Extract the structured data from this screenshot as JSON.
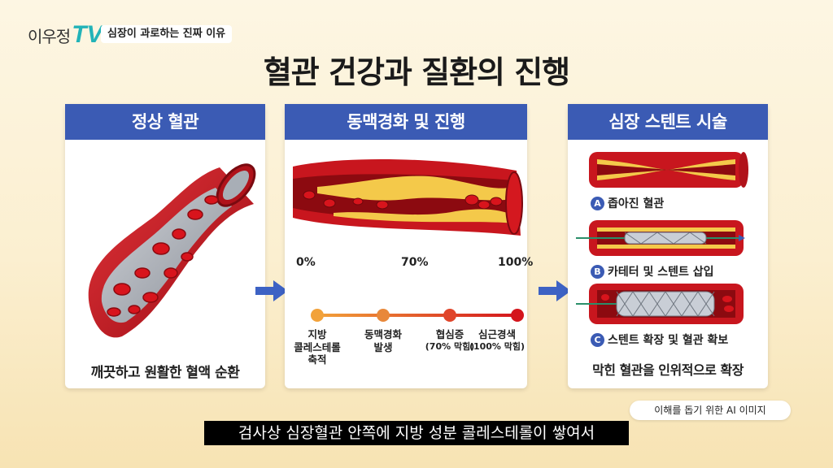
{
  "channel": {
    "name": "이우정",
    "tv": "TV",
    "topic": "심장이 과로하는 진짜 이유"
  },
  "title": "혈관 건강과 질환의 진행",
  "panels": [
    {
      "header": "정상 혈관",
      "caption": "깨끗하고 원활한 혈액 순환"
    },
    {
      "header": "동맥경화 및 진행",
      "percent_labels": [
        "0%",
        "70%",
        "100%"
      ],
      "stages": [
        {
          "lines": [
            "지방",
            "콜레스테롤",
            "축적"
          ],
          "note": "",
          "color": "#f2a23a"
        },
        {
          "lines": [
            "동맥경화",
            "발생"
          ],
          "note": "",
          "color": "#e8883a"
        },
        {
          "lines": [
            "협심증"
          ],
          "note": "(70% 막힘)",
          "color": "#e0452a"
        },
        {
          "lines": [
            "심근경색"
          ],
          "note": "(100% 막힘)",
          "color": "#d4151c"
        }
      ]
    },
    {
      "header": "심장 스텐트 시술",
      "steps": [
        {
          "badge": "A",
          "label": "좁아진 혈관"
        },
        {
          "badge": "B",
          "label": "카테터 및 스텐트 삽입"
        },
        {
          "badge": "C",
          "label": "스텐트 확장 및 혈관 확보"
        }
      ],
      "caption": "막힌 혈관을 인위적으로 확장"
    }
  ],
  "colors": {
    "header_blue": "#3b5bb4",
    "arrow_blue": "#3d62c4",
    "vessel_red": "#c8161e",
    "plaque": "#f4c94a"
  },
  "ai_note": "이해를 돕기 위한 AI 이미지",
  "subtitle": "검사상 심장혈관 안쪽에 지방 성분 콜레스테롤이 쌓여서"
}
